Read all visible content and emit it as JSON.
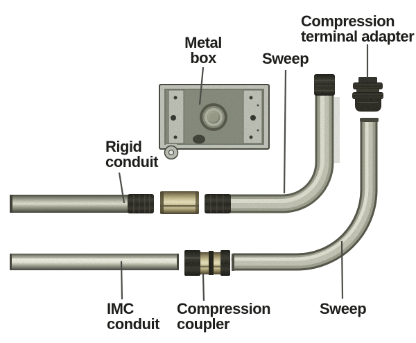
{
  "labels": {
    "metal_box": {
      "line1": "Metal",
      "line2": "box"
    },
    "compression_terminal_adapter": {
      "line1": "Compression",
      "line2": "terminal adapter"
    },
    "sweep_top": {
      "text": "Sweep"
    },
    "rigid_conduit": {
      "line1": "Rigid",
      "line2": "conduit"
    },
    "imc_conduit": {
      "line1": "IMC",
      "line2": "conduit"
    },
    "compression_coupler": {
      "line1": "Compression",
      "line2": "coupler"
    },
    "sweep_bottom": {
      "text": "Sweep"
    }
  },
  "colors": {
    "background": "#ffffff",
    "label_text": "#1d1d1b",
    "leader_line": "#4b4b47",
    "conduit_metal": "#a7a996",
    "brass_coupling": "#cfc696",
    "dark_fitting": "#22221e",
    "box_face": "#8a9081"
  }
}
